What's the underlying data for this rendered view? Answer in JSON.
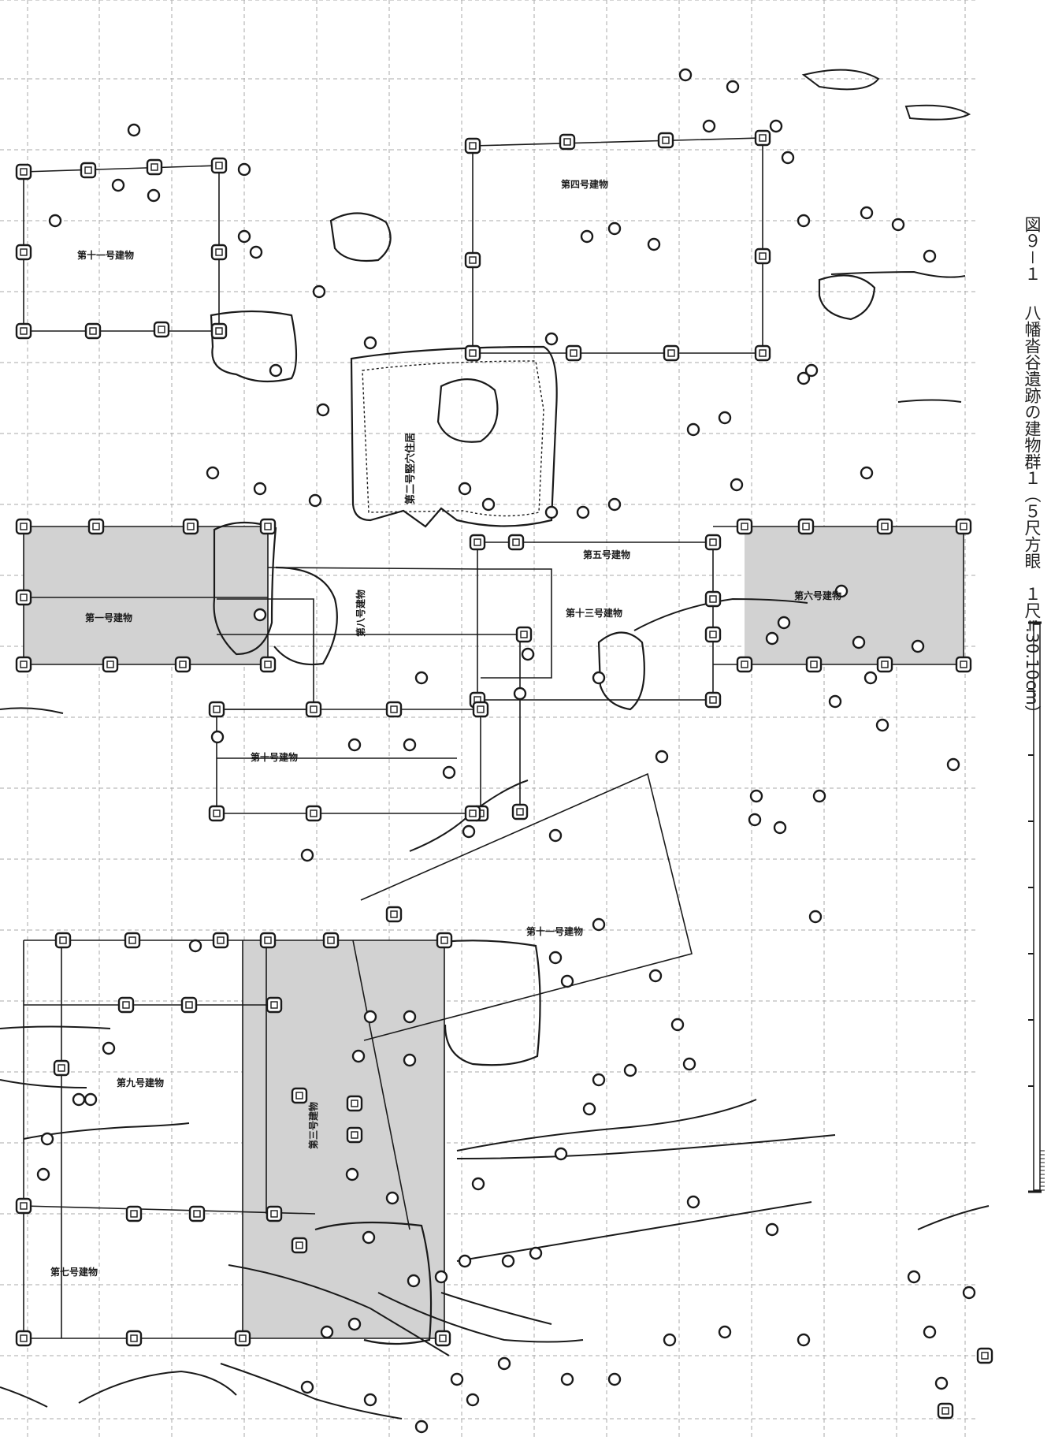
{
  "figure": {
    "caption_label": "図９－１",
    "caption_title": "八幡沓谷遺跡の建物群１",
    "caption_note": "（５尺方眼　１尺≒30.10cm）"
  },
  "buildings": [
    {
      "key": "b1",
      "label": "第十一号建物"
    },
    {
      "key": "b2",
      "label": "第三号建物"
    },
    {
      "key": "b3",
      "label": "第四号建物"
    },
    {
      "key": "b4",
      "label": "第二号竪穴住居"
    },
    {
      "key": "b5",
      "label": "第五号建物"
    },
    {
      "key": "b6",
      "label": "第八号建物"
    },
    {
      "key": "b7",
      "label": "第十三号建物"
    },
    {
      "key": "b8",
      "label": "第六号建物"
    },
    {
      "key": "b9",
      "label": "第十号建物"
    },
    {
      "key": "b10",
      "label": "第十一号建物"
    },
    {
      "key": "b11",
      "label": "第一号建物"
    },
    {
      "key": "b12",
      "label": "第九号建物"
    },
    {
      "key": "b13",
      "label": "第七号建物"
    }
  ],
  "colors": {
    "ink": "#1a1a1a",
    "shade": "#d2d2d2",
    "grid": "#a8a8a8",
    "caption": "#222222"
  },
  "scale_bar": {
    "label": ""
  }
}
